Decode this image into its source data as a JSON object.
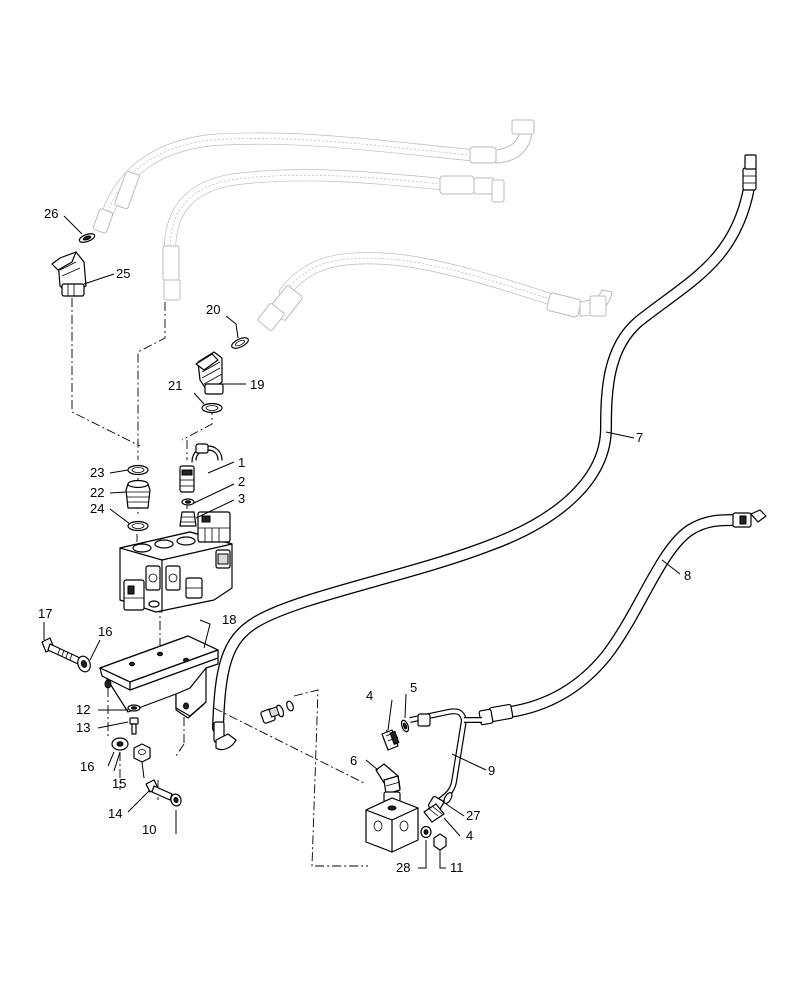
{
  "callouts": [
    {
      "id": "1",
      "label": "1"
    },
    {
      "id": "2",
      "label": "2"
    },
    {
      "id": "3",
      "label": "3"
    },
    {
      "id": "4a",
      "label": "4"
    },
    {
      "id": "4b",
      "label": "4"
    },
    {
      "id": "5",
      "label": "5"
    },
    {
      "id": "6",
      "label": "6"
    },
    {
      "id": "7",
      "label": "7"
    },
    {
      "id": "8",
      "label": "8"
    },
    {
      "id": "9",
      "label": "9"
    },
    {
      "id": "10",
      "label": "10"
    },
    {
      "id": "11",
      "label": "11"
    },
    {
      "id": "12",
      "label": "12"
    },
    {
      "id": "13",
      "label": "13"
    },
    {
      "id": "14",
      "label": "14"
    },
    {
      "id": "15",
      "label": "15"
    },
    {
      "id": "16a",
      "label": "16"
    },
    {
      "id": "16b",
      "label": "16"
    },
    {
      "id": "17",
      "label": "17"
    },
    {
      "id": "18",
      "label": "18"
    },
    {
      "id": "19",
      "label": "19"
    },
    {
      "id": "20",
      "label": "20"
    },
    {
      "id": "21",
      "label": "21"
    },
    {
      "id": "22",
      "label": "22"
    },
    {
      "id": "23",
      "label": "23"
    },
    {
      "id": "24",
      "label": "24"
    },
    {
      "id": "25",
      "label": "25"
    },
    {
      "id": "26",
      "label": "26"
    },
    {
      "id": "27",
      "label": "27"
    },
    {
      "id": "28",
      "label": "28"
    }
  ]
}
